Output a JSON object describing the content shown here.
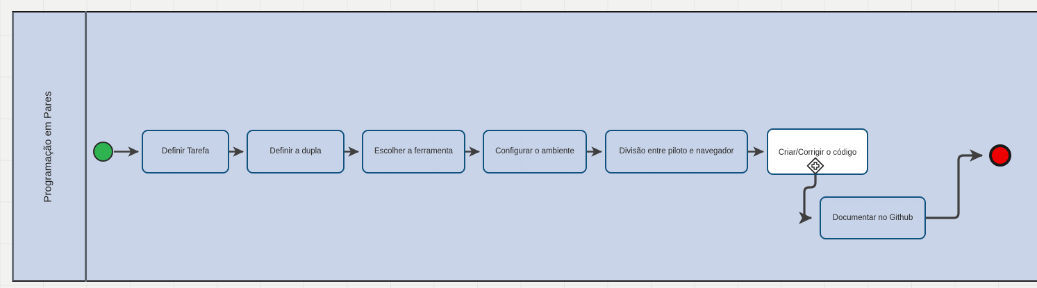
{
  "diagram": {
    "type": "bpmn-process-flow",
    "title": "Programação em Pares",
    "lane": {
      "label": "Programação em Pares"
    },
    "colors": {
      "pool_fill": "#c5d1e7",
      "page_background": "#f2f2f0",
      "task_border": "#12537e",
      "task_fill": "#c5d1e7",
      "task_fill_alt": "#ffffff",
      "start_event_fill": "#2eb350",
      "end_event_fill": "#ec0000",
      "connector": "#3f3f3f",
      "lane_divider": "#5d646e"
    },
    "events": [
      {
        "id": "start",
        "name": "start-event",
        "shape": "circle",
        "fill": "#2eb350",
        "label": ""
      },
      {
        "id": "end",
        "name": "end-event",
        "shape": "circle-thick",
        "fill": "#ec0000",
        "label": ""
      }
    ],
    "tasks": [
      {
        "id": "t1",
        "label": "Definir Tarefa",
        "fill": "light-blue"
      },
      {
        "id": "t2",
        "label": "Definir a dupla",
        "fill": "light-blue"
      },
      {
        "id": "t3",
        "label": "Escolher a ferramenta",
        "fill": "light-blue"
      },
      {
        "id": "t4",
        "label": "Configurar o ambiente",
        "fill": "light-blue"
      },
      {
        "id": "t5",
        "label": "Divisão entre piloto e navegador",
        "fill": "light-blue"
      },
      {
        "id": "t6",
        "label": "Criar/Corrigir o código",
        "fill": "white",
        "marker": "complex-gateway-icon"
      },
      {
        "id": "t7",
        "label": "Documentar no Github",
        "fill": "light-blue"
      }
    ],
    "markers": [
      {
        "id": "m1",
        "name": "complex-gateway-icon",
        "on_task": "t6",
        "glyph": "diamond-plus"
      }
    ],
    "flows": [
      {
        "from": "start",
        "to": "t1"
      },
      {
        "from": "t1",
        "to": "t2"
      },
      {
        "from": "t2",
        "to": "t3"
      },
      {
        "from": "t3",
        "to": "t4"
      },
      {
        "from": "t4",
        "to": "t5"
      },
      {
        "from": "t5",
        "to": "t6"
      },
      {
        "from": "t6",
        "to": "t7"
      },
      {
        "from": "t7",
        "to": "end"
      }
    ]
  }
}
